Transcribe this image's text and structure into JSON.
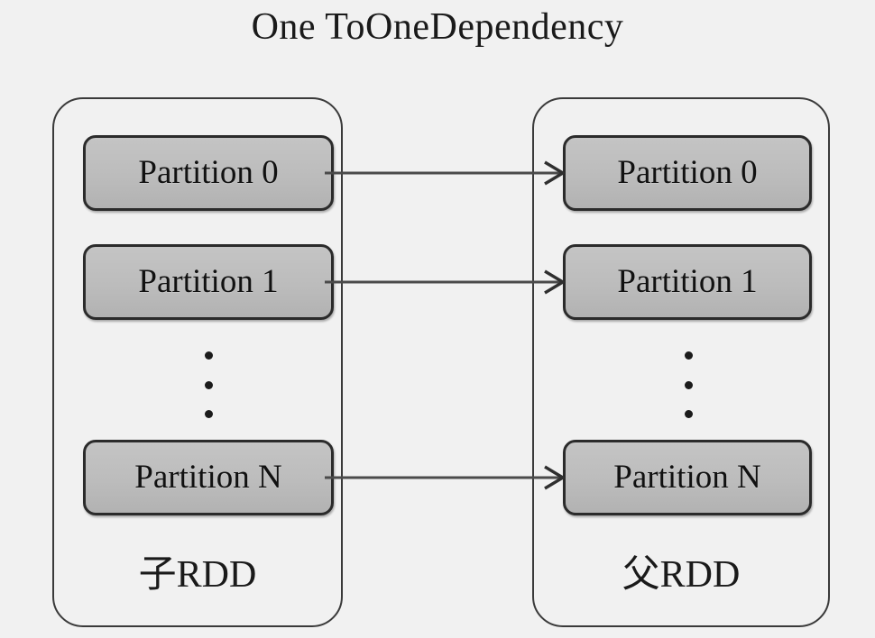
{
  "title": "One ToOneDependency",
  "background_color": "#f1f1f1",
  "colors": {
    "partition_fill": "#bcbcbc",
    "partition_border": "#2b2b2b",
    "container_border": "#3a3a3a",
    "arrow": "#4b4b4b",
    "text": "#111111"
  },
  "columns": [
    {
      "id": "child",
      "label": "子RDD",
      "partitions": [
        {
          "label": "Partition 0"
        },
        {
          "label": "Partition 1"
        },
        {
          "label": "Partition N"
        }
      ],
      "ellipsis": "⋮"
    },
    {
      "id": "parent",
      "label": "父RDD",
      "partitions": [
        {
          "label": "Partition 0"
        },
        {
          "label": "Partition 1"
        },
        {
          "label": "Partition N"
        }
      ],
      "ellipsis": "⋮"
    }
  ],
  "arrows": [
    {
      "from": "child.Partition 0",
      "to": "parent.Partition 0"
    },
    {
      "from": "child.Partition 1",
      "to": "parent.Partition 1"
    },
    {
      "from": "child.Partition N",
      "to": "parent.Partition N"
    }
  ]
}
